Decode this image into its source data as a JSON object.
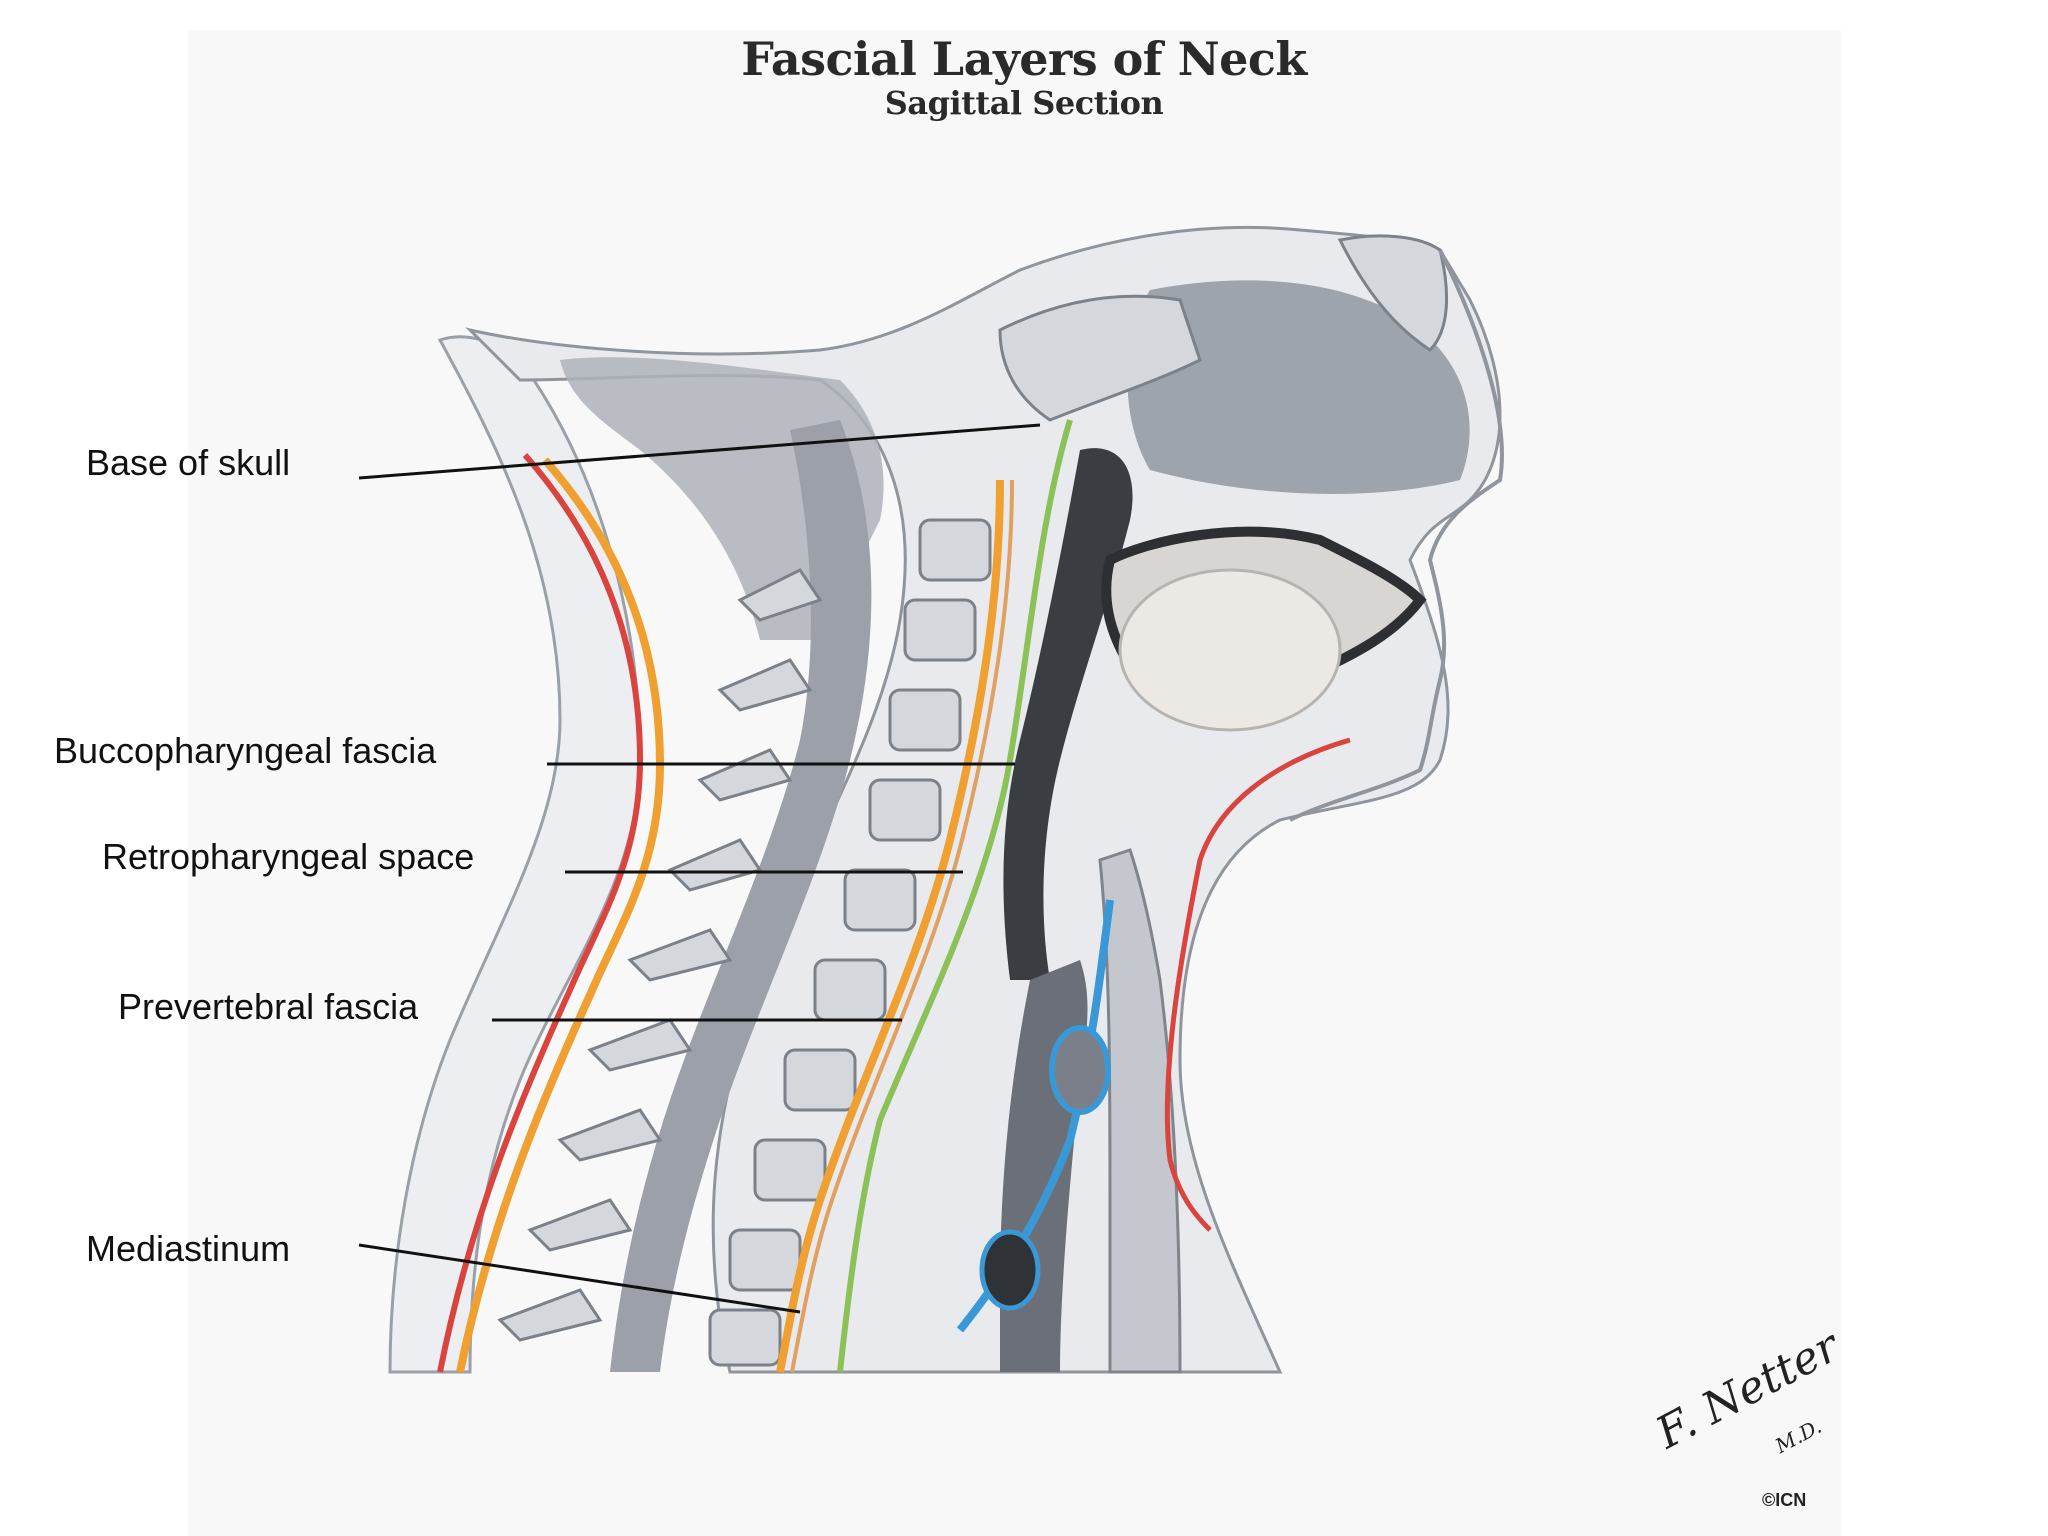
{
  "figure": {
    "title": "Fascial Layers of Neck",
    "subtitle": "Sagittal Section"
  },
  "labels": [
    {
      "id": "base-of-skull",
      "text": "Base of skull"
    },
    {
      "id": "buccopharyngeal-fascia",
      "text": "Buccopharyngeal fascia"
    },
    {
      "id": "retropharyngeal-space",
      "text": "Retropharyngeal space"
    },
    {
      "id": "prevertebral-fascia",
      "text": "Prevertebral fascia"
    },
    {
      "id": "mediastinum",
      "text": "Mediastinum"
    }
  ],
  "signature": {
    "name": "F. Netter",
    "suffix": "M.D.",
    "mark": "©ICN"
  },
  "colors": {
    "investing_fascia_red": "#d9443f",
    "prevertebral_orange": "#f0a030",
    "buccopharyngeal_green": "#8cc158",
    "carotid_sheath_blue": "#3a98d6",
    "bone_gray": "#c8ccd2",
    "airway_dark": "#3a3d42"
  }
}
